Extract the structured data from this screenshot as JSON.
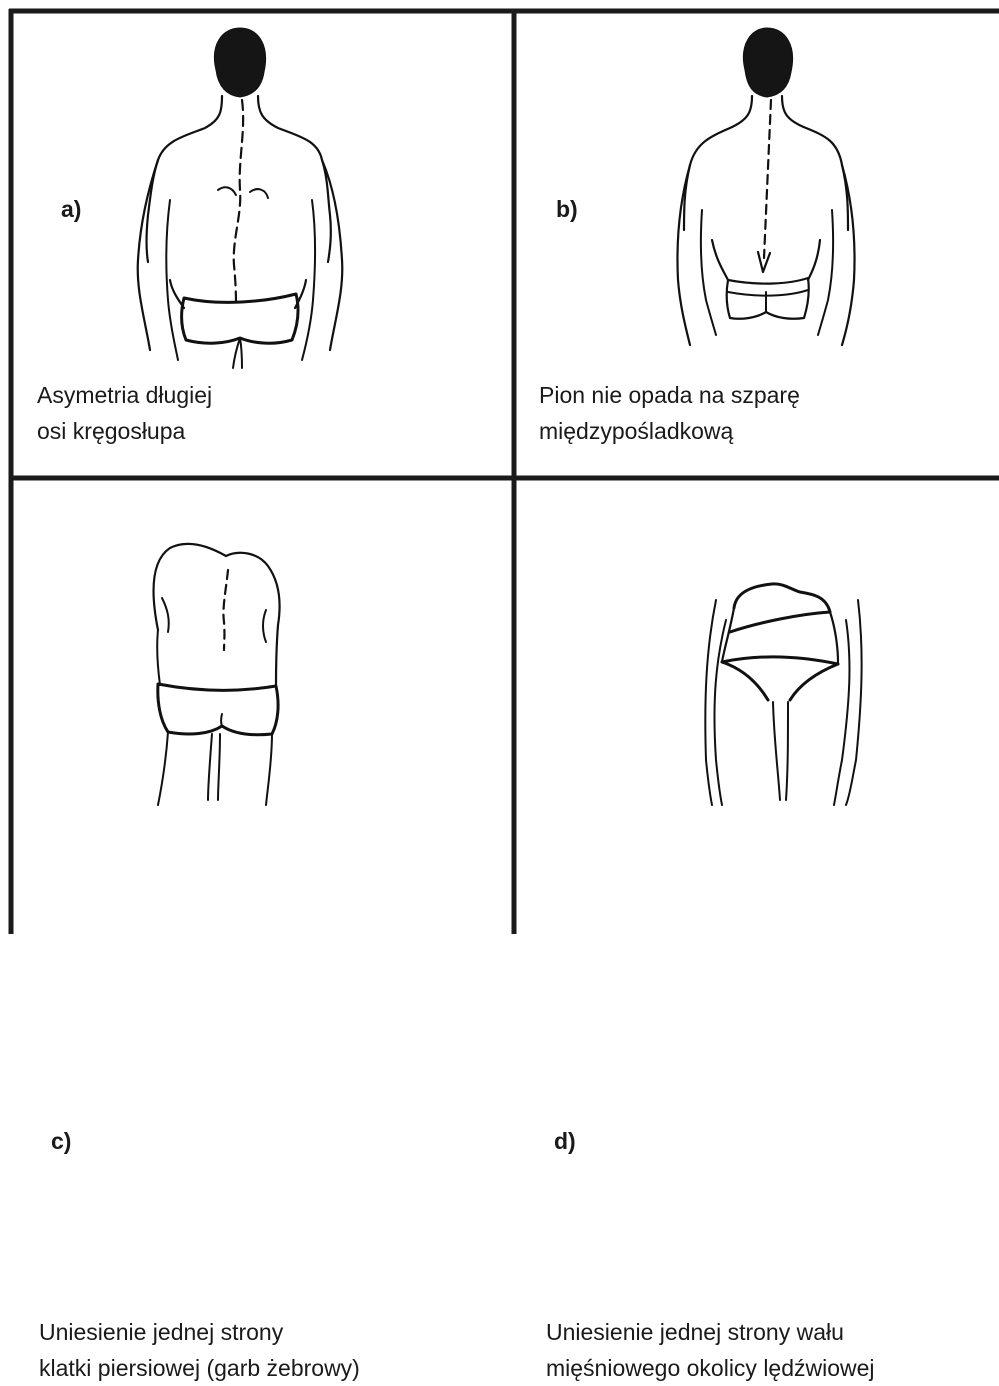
{
  "panels": [
    {
      "letter": "a)",
      "caption_line1": "Asymetria długiej",
      "caption_line2": "osi kręgosłupa"
    },
    {
      "letter": "b)",
      "caption_line1": "Pion nie opada na szparę",
      "caption_line2": "międzypośladkową"
    },
    {
      "letter": "c)",
      "caption_line1": "Uniesienie jednej strony",
      "caption_line2": "klatki piersiowej (garb żebrowy)"
    },
    {
      "letter": "d)",
      "caption_line1": "Uniesienie jednej strony wału",
      "caption_line2": "mięśniowego okolicy lędźwiowej"
    }
  ],
  "colors": {
    "line": "#111111",
    "background": "#ffffff"
  }
}
